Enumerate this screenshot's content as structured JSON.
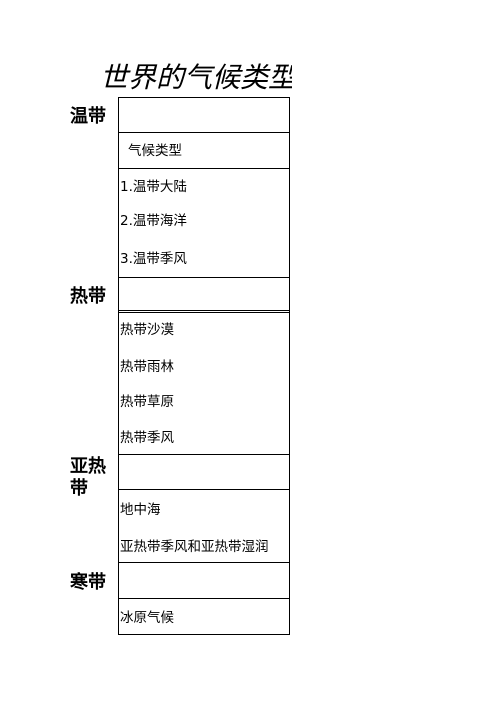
{
  "title": "世界的气候类型",
  "zones": [
    {
      "label": "温带"
    },
    {
      "label": "热带"
    },
    {
      "label": "亚热带"
    },
    {
      "label": "寒带"
    }
  ],
  "temperate": {
    "header": "气候类型",
    "items": [
      "1.温带大陆",
      "2.温带海洋",
      "3.温带季风"
    ]
  },
  "tropical": {
    "items": [
      "热带沙漠",
      "热带雨林",
      "热带草原",
      "热带季风"
    ]
  },
  "subtropical": {
    "items": [
      "地中海",
      "亚热带季风和亚热带湿润"
    ]
  },
  "frigid": {
    "items": [
      "冰原气候"
    ]
  }
}
